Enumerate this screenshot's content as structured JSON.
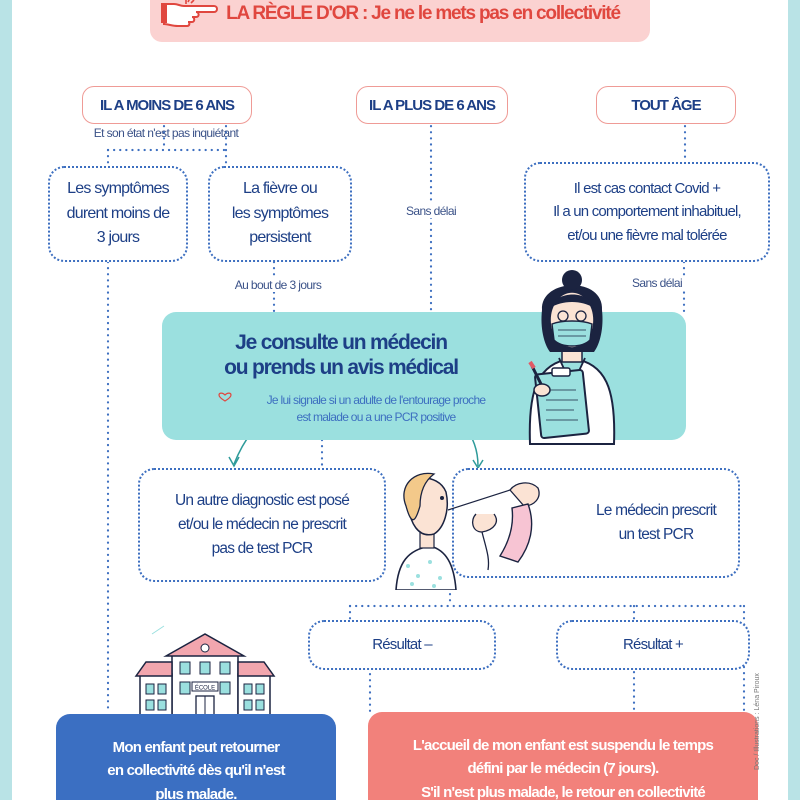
{
  "header": {
    "title": "LA RÈGLE D'OR : Je ne le mets pas en collectivité"
  },
  "columns": {
    "left_label": "IL A MOINS DE 6 ANS",
    "left_note": "Et son état n'est pas inquiétant",
    "middle_label": "IL A PLUS DE 6 ANS",
    "middle_note": "Sans délai",
    "right_label": "TOUT ÂGE",
    "right_note": "Sans délai"
  },
  "boxes": {
    "symptoms_short": [
      "Les symptômes",
      "durent moins de",
      "3 jours"
    ],
    "fever_persists": [
      "La fièvre ou",
      "les symptômes",
      "persistent"
    ],
    "fever_note": "Au bout de 3 jours",
    "covid_contact": [
      "Il est cas contact Covid +",
      "Il a un comportement inhabituel,",
      "et/ou une fièvre mal tolérée"
    ]
  },
  "consult": {
    "title_line1": "Je consulte un médecin",
    "title_line2": "ou prends un avis médical",
    "sub_line1": "Je lui signale si un adulte de l'entourage proche",
    "sub_line2": "est malade ou a une PCR positive"
  },
  "diagnosis": {
    "other": [
      "Un autre diagnostic est posé",
      "et/ou le médecin ne prescrit",
      "pas de test PCR"
    ],
    "pcr": [
      "Le médecin prescrit",
      "un test PCR"
    ]
  },
  "results": {
    "negative": "Résultat –",
    "positive": "Résultat +"
  },
  "outcomes": {
    "return": [
      "Mon enfant peut retourner",
      "en collectivité dès qu'il n'est",
      "plus malade."
    ],
    "suspended": [
      "L'accueil de mon enfant est suspendu le temps",
      "défini par le médecin (7 jours).",
      "S'il n'est plus malade, le retour en collectivité"
    ]
  },
  "school_sign": "ÉCOLE",
  "credit": "Doc / Illustrations : Léna Piroux",
  "colors": {
    "red_accent": "#e0473f",
    "header_bg": "#fbd2d1",
    "navy_text": "#1d3f86",
    "dotted_blue": "#3d6fc0",
    "teal": "#9be0df",
    "blue_outcome": "#3b6fc2",
    "red_outcome": "#f2817b"
  },
  "icons": [
    "pointing-hand-icon",
    "doctor-illustration",
    "pcr-test-illustration",
    "school-building-illustration"
  ]
}
